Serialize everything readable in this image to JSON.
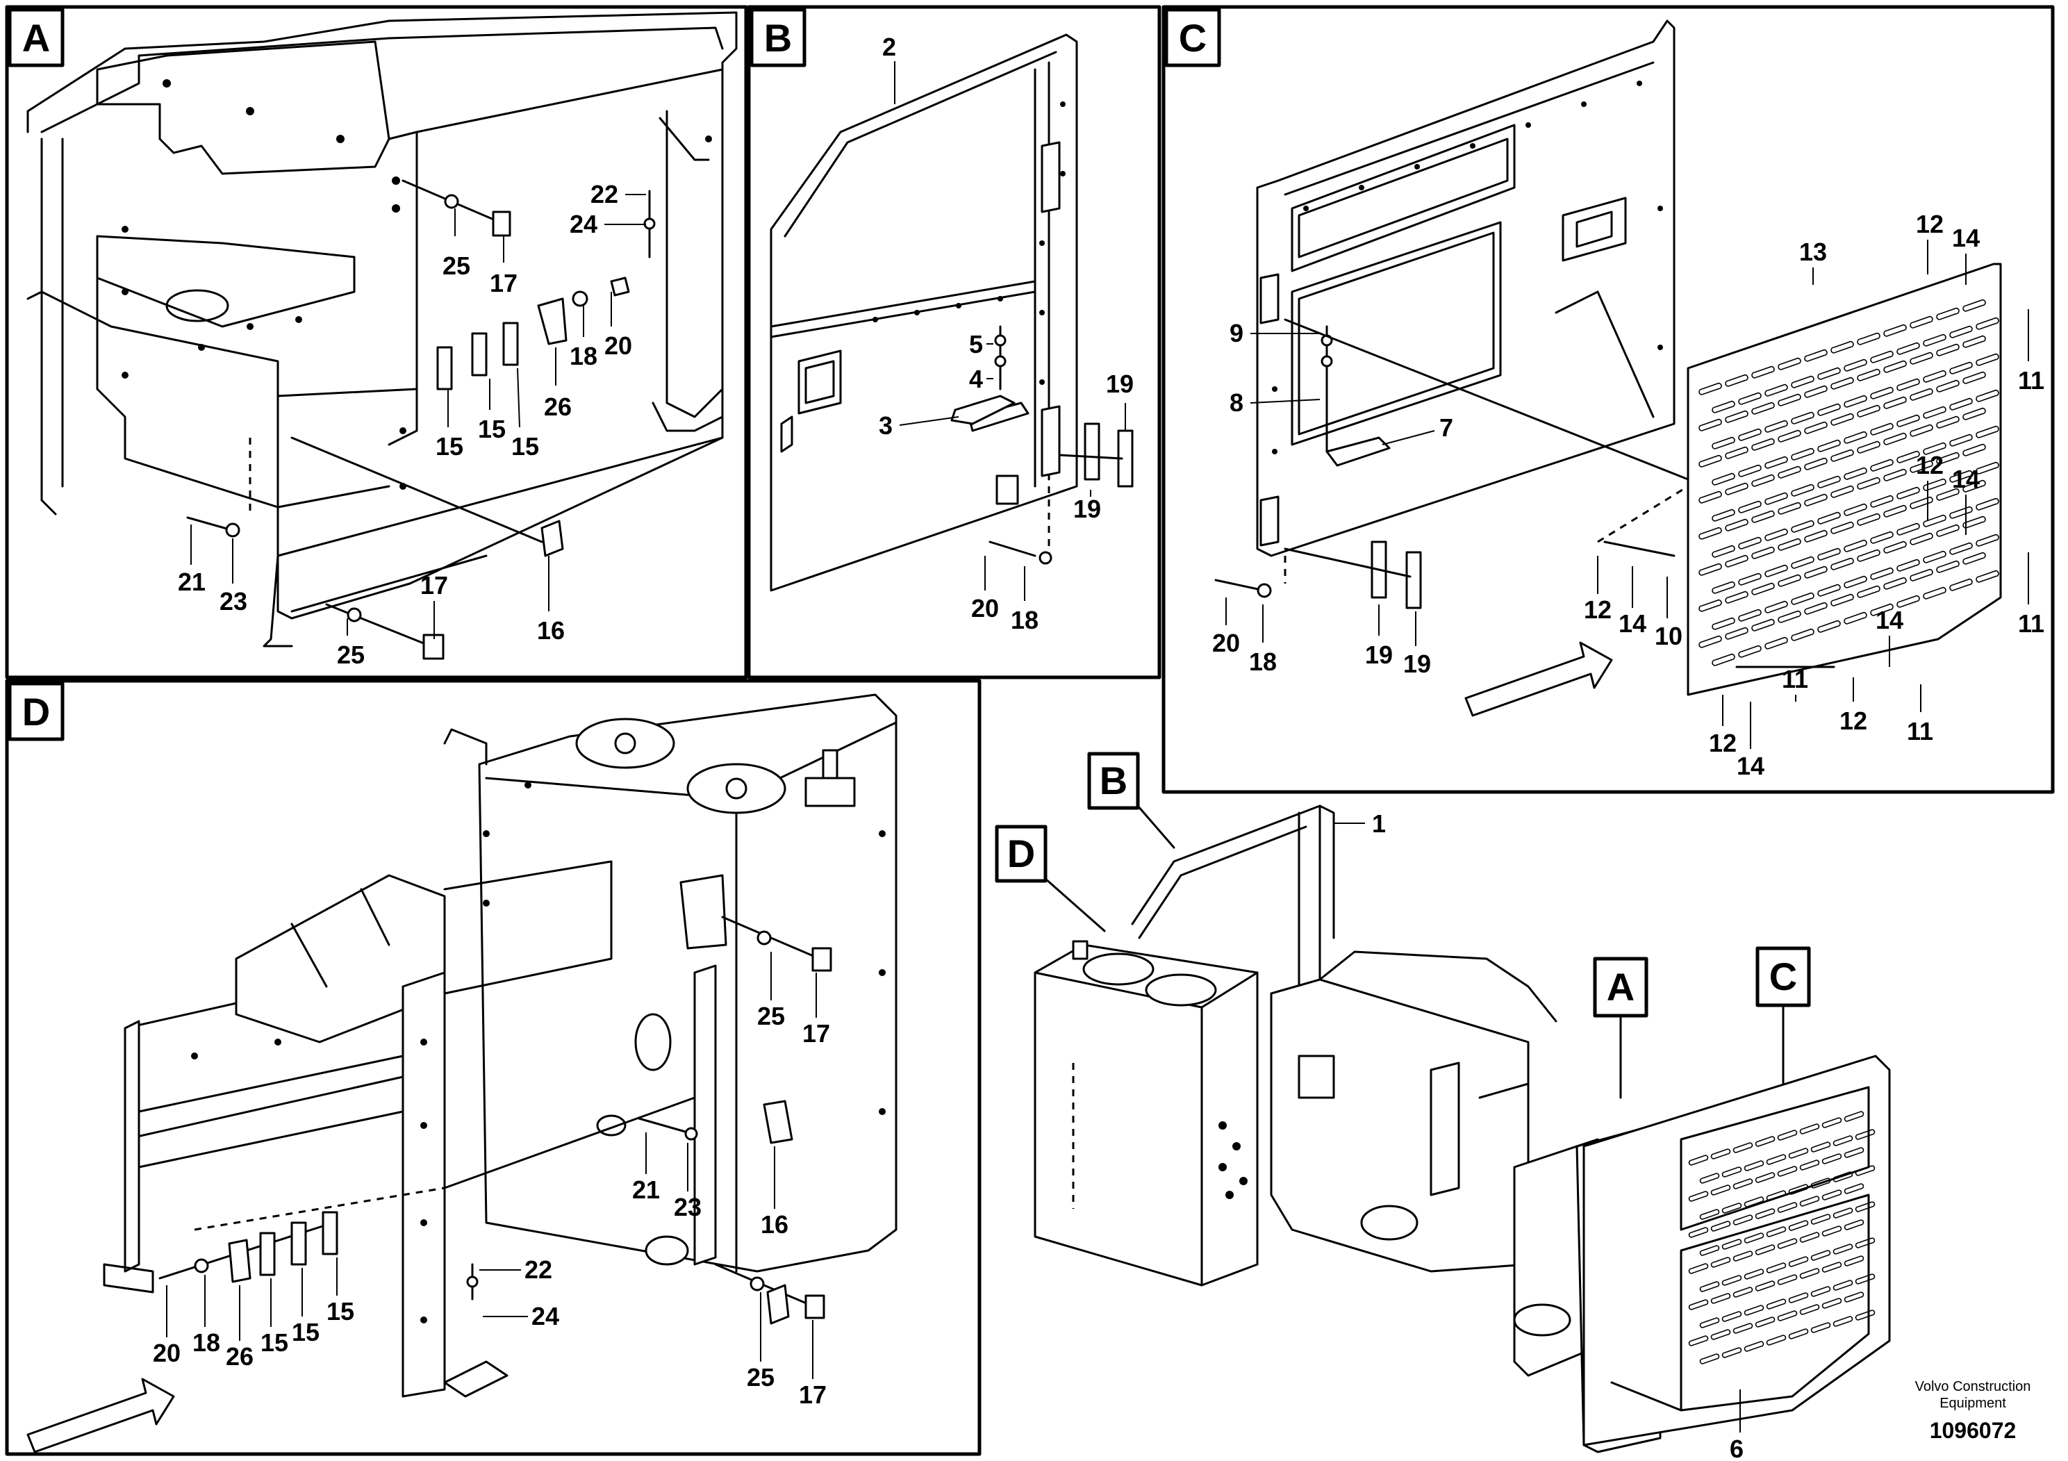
{
  "panels": {
    "A": {
      "letter": "A",
      "callouts": [
        "22",
        "24",
        "25",
        "17",
        "18",
        "20",
        "26",
        "15",
        "15",
        "15",
        "21",
        "23",
        "17",
        "16",
        "25"
      ]
    },
    "B": {
      "letter": "B",
      "callouts": [
        "2",
        "5",
        "4",
        "3",
        "19",
        "19",
        "20",
        "18"
      ]
    },
    "C": {
      "letter": "C",
      "callouts": [
        "13",
        "12",
        "14",
        "11",
        "9",
        "8",
        "7",
        "12",
        "14",
        "11",
        "12",
        "14",
        "10",
        "20",
        "18",
        "19",
        "19",
        "14",
        "11",
        "12",
        "11",
        "12",
        "14"
      ]
    },
    "D": {
      "letter": "D",
      "callouts": [
        "25",
        "17",
        "21",
        "23",
        "16",
        "22",
        "24",
        "20",
        "18",
        "26",
        "15",
        "15",
        "15",
        "25",
        "17"
      ]
    }
  },
  "overview": {
    "labels": [
      "B",
      "D",
      "A",
      "C"
    ],
    "callouts": [
      "1",
      "6"
    ]
  },
  "footer": {
    "brand_line1": "Volvo Construction",
    "brand_line2": "Equipment",
    "part_number": "1096072"
  },
  "icons": [
    "arrow-icon"
  ]
}
